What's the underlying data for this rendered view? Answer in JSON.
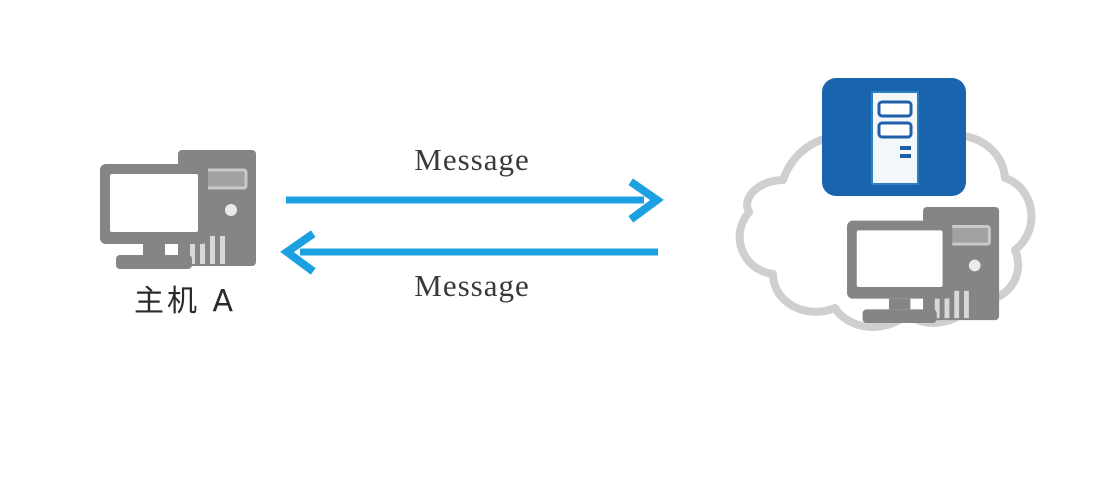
{
  "diagram": {
    "title": "Host A exchanging messages with a network cloud",
    "background_color": "#ffffff",
    "nodes": [
      {
        "id": "host-a",
        "label": "主机 A",
        "icon": "desktop-computer-icon",
        "icon_color": "#808080"
      },
      {
        "id": "network-cloud",
        "label": "",
        "icon": "cloud-icon",
        "icon_color": "#cccccc",
        "contains": [
          {
            "id": "cloud-server",
            "icon": "server-badge-icon",
            "icon_color": "#1a63ad"
          },
          {
            "id": "cloud-host",
            "icon": "desktop-computer-icon",
            "icon_color": "#787878"
          }
        ]
      }
    ],
    "arrows": [
      {
        "id": "arrow-outbound",
        "label": "Message",
        "direction": "right",
        "color": "#1ba1e2",
        "label_position": "above"
      },
      {
        "id": "arrow-inbound",
        "label": "Message",
        "direction": "left",
        "color": "#1ba1e2",
        "label_position": "below"
      }
    ],
    "colors": {
      "arrow_blue": "#1ba1e2",
      "server_blue": "#1a63ad",
      "icon_gray": "#808080",
      "cloud_gray": "#cccccc",
      "text_dark": "#2b2b2b"
    }
  }
}
